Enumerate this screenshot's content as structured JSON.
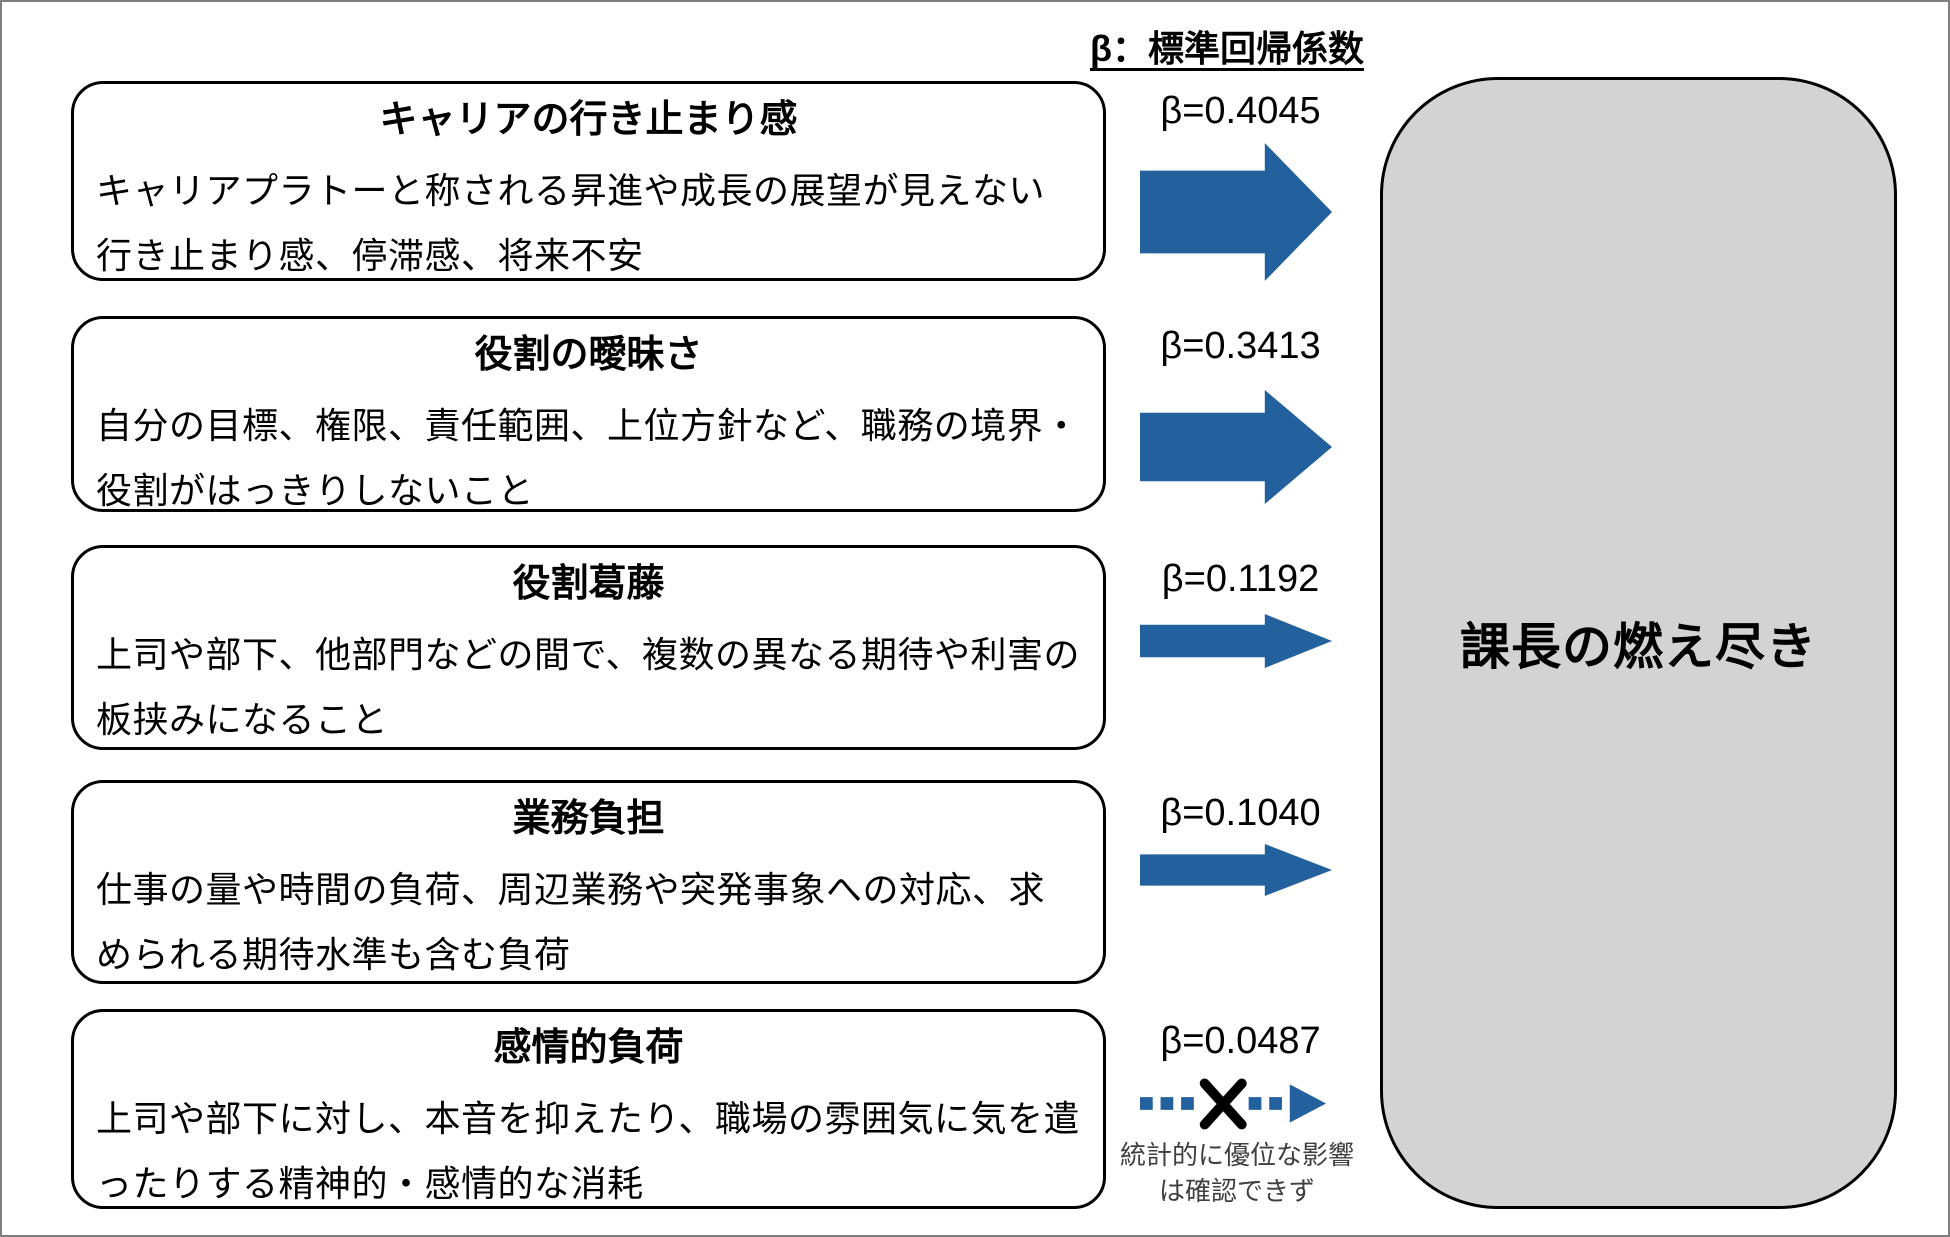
{
  "header": {
    "legend": "β：標準回帰係数"
  },
  "outcome": {
    "label": "課長の燃え尽き"
  },
  "factors": [
    {
      "title": "キャリアの行き止まり感",
      "description": "キャリアプラトーと称される昇進や成長の展望が見えない行き止まり感、停滞感、将来不安",
      "beta": "β=0.4045",
      "significant": true
    },
    {
      "title": "役割の曖昧さ",
      "description": "自分の目標、権限、責任範囲、上位方針など、職務の境界・役割がはっきりしないこと",
      "beta": "β=0.3413",
      "significant": true
    },
    {
      "title": "役割葛藤",
      "description": "上司や部下、他部門などの間で、複数の異なる期待や利害の板挟みになること",
      "beta": "β=0.1192",
      "significant": true
    },
    {
      "title": "業務負担",
      "description": "仕事の量や時間の負荷、周辺業務や突発事象への対応、求められる期待水準も含む負荷",
      "beta": "β=0.1040",
      "significant": true
    },
    {
      "title": "感情的負荷",
      "description": "上司や部下に対し、本音を抑えたり、職場の雰囲気に気を遣ったりする精神的・感情的な消耗",
      "beta": "β=0.0487",
      "significant": false
    }
  ],
  "note": {
    "line1": "統計的に優位な影響",
    "line2": "は確認できず"
  },
  "colors": {
    "arrow": "#23619e",
    "outcome_fill": "#d3d3d3",
    "box_border": "#000000",
    "outer_border": "#7f7f7f"
  }
}
